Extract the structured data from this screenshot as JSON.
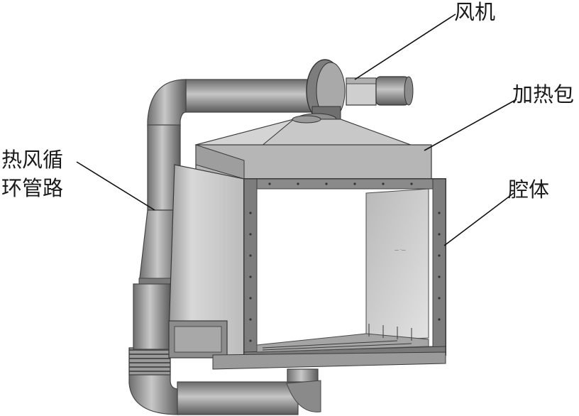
{
  "labels": {
    "fan": "风机",
    "heater": "加热包",
    "duct_line1": "热风循",
    "duct_line2": "环管路",
    "cavity": "腔体"
  },
  "colors": {
    "pipe": "#8d8d8d",
    "pipe_highlight": "#c4c4c4",
    "panel_light": "#d9d9d9",
    "panel_mid": "#b3b3b3",
    "frame": "#6a6a6a",
    "leader": "#111111"
  }
}
